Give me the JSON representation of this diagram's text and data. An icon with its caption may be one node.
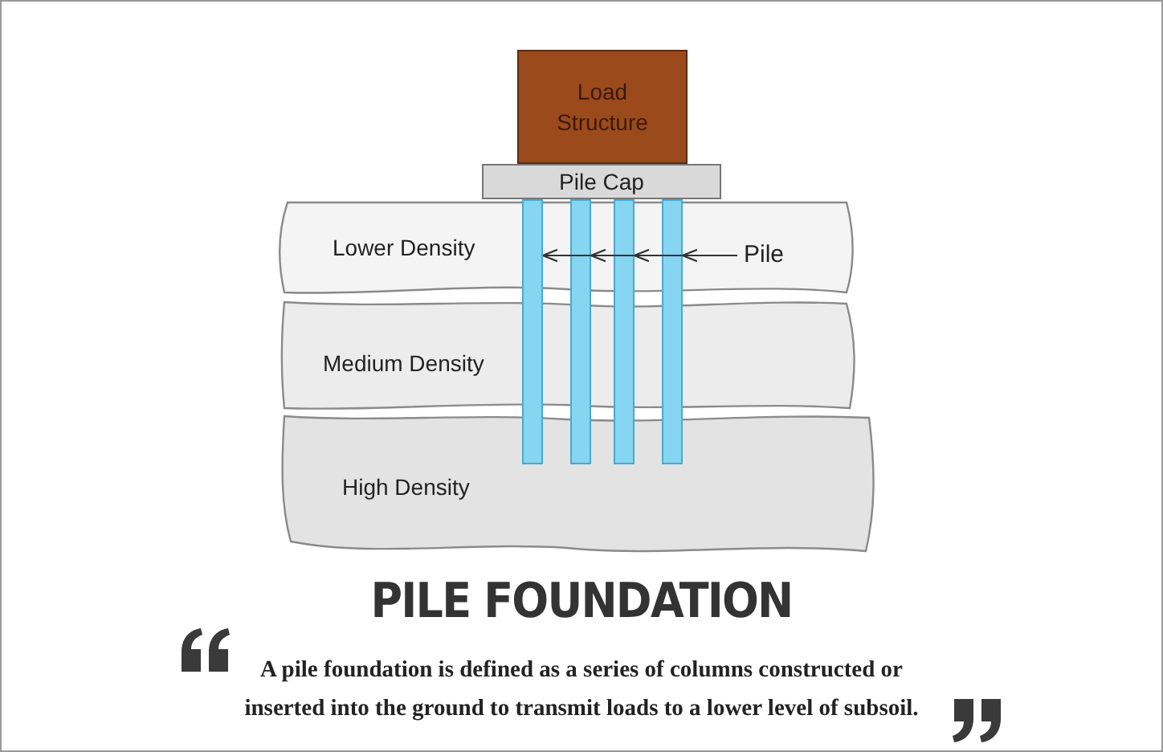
{
  "diagram": {
    "title": "PILE FOUNDATION",
    "caption": "A pile foundation is defined as a series of columns constructed or inserted into the ground to transmit loads to a lower level of subsoil.",
    "nodes": [
      {
        "text": [
          "Load Structure"
        ]
      },
      {
        "text": [
          "Pile Cap"
        ]
      },
      {
        "text": [
          "Lower Density"
        ]
      },
      {
        "text": [
          "Medium Density"
        ]
      },
      {
        "text": [
          "High Density"
        ]
      },
      {
        "text": [
          "Pile"
        ],
        "in": 2
      },
      {
        "text": [],
        "shape": "bar"
      },
      {
        "text": [],
        "shape": "bar"
      },
      {
        "text": [],
        "shape": "bar"
      },
      {
        "text": [],
        "shape": "bar"
      }
    ],
    "edges": [
      {
        "from": 5,
        "to": 6,
        "arrow": "to"
      },
      {
        "from": 5,
        "to": 7,
        "arrow": "to"
      },
      {
        "from": 5,
        "to": 8,
        "arrow": "to"
      },
      {
        "from": 5,
        "to": 9,
        "arrow": "to"
      }
    ]
  }
}
